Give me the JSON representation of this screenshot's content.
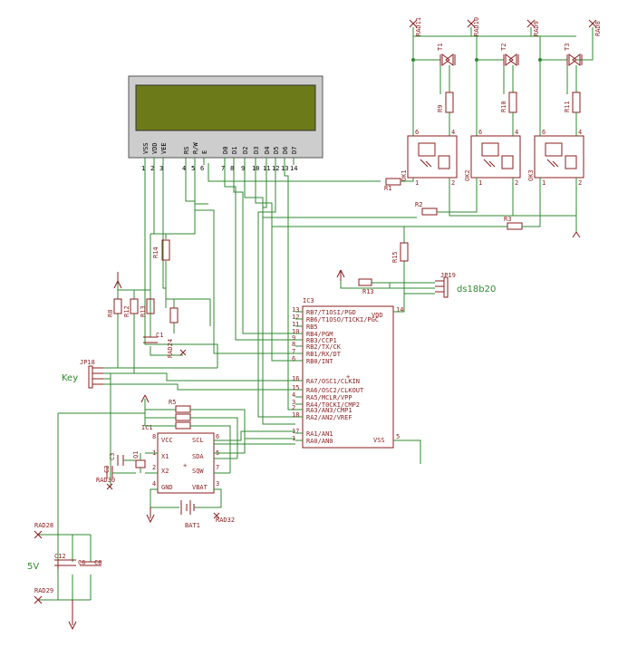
{
  "lcd": {
    "pin_names": [
      "VSS",
      "VDD",
      "VEE",
      "RS",
      "R/W",
      "E",
      "D0",
      "D1",
      "D2",
      "D3",
      "D4",
      "D5",
      "D6",
      "D7"
    ],
    "pin_numbers": [
      "1",
      "2",
      "3",
      "4",
      "5",
      "6",
      "7",
      "8",
      "9",
      "10",
      "11",
      "12",
      "13",
      "14"
    ]
  },
  "mcu": {
    "name": "IC3",
    "left_pins": [
      "RB7/T1OSI/PGD",
      "RB6/T1OSO/T1CKI/PGC",
      "RB5",
      "RB4/PGM",
      "RB3/CCP1",
      "RB2/TX/CK",
      "RB1/RX/DT",
      "RB0/INT",
      "RA7/OSC1/CLKIN",
      "RA6/OSC2/CLKOUT",
      "RA5/MCLR/VPP",
      "RA4/T0CKI/CMP2",
      "RA3/AN3/CMP1",
      "RA2/AN2/VREF",
      "RA1/AN1",
      "RA0/AN0"
    ],
    "left_nums": [
      "13",
      "12",
      "11",
      "10",
      "9",
      "8",
      "7",
      "6",
      "16",
      "15",
      "4",
      "3",
      "2",
      "18",
      "17",
      "1"
    ],
    "vdd": "VDD",
    "vdd_num": "14",
    "vss": "VSS",
    "vss_num": "5",
    "plus": "+"
  },
  "rtc": {
    "name": "IC1",
    "left_pins": [
      "VCC",
      "X1",
      "X2",
      "GND"
    ],
    "left_nums": [
      "8",
      "1",
      "2",
      "4"
    ],
    "right_pins": [
      "SCL",
      "SDA",
      "SQW",
      "VBAT"
    ],
    "right_nums": [
      "6",
      "5",
      "7",
      "3"
    ],
    "plus": "+"
  },
  "optos": [
    "OK1",
    "OK2",
    "OK3"
  ],
  "triacs": [
    "T1",
    "T2",
    "T3"
  ],
  "pads_top": [
    "RAD11",
    "RAD10",
    "RAD9",
    "RAD8"
  ],
  "gate_resistors": [
    "R9",
    "R10",
    "R11"
  ],
  "series_resistors": [
    "R1",
    "R2",
    "R3"
  ],
  "resistors": {
    "r14": "R14",
    "r15": "R15",
    "r13": "R13",
    "r8": "R8",
    "r12": "R12",
    "r5": "R5"
  },
  "jumpers": {
    "jp18": "JP18",
    "jp19": "JP19"
  },
  "key_label": "Key",
  "sensor_label": "ds18b20",
  "caps": {
    "c1": "C1",
    "c2": "C2",
    "c3": "C3",
    "c12": "C12",
    "c6": "C6",
    "c8": "C8",
    "q1": "Q1"
  },
  "pads": {
    "rad24": "RAD24",
    "rad30": "RAD30",
    "rad32": "RAD32",
    "rad28": "RAD28",
    "rad29": "RAD29"
  },
  "battery": "BAT1",
  "supply_label": "5V",
  "colors": {
    "wire": "#2f8a2f",
    "part": "#8b1d1d",
    "lcd_bezel": "#c8c8c8",
    "lcd_glass": "#6d7a1a"
  }
}
